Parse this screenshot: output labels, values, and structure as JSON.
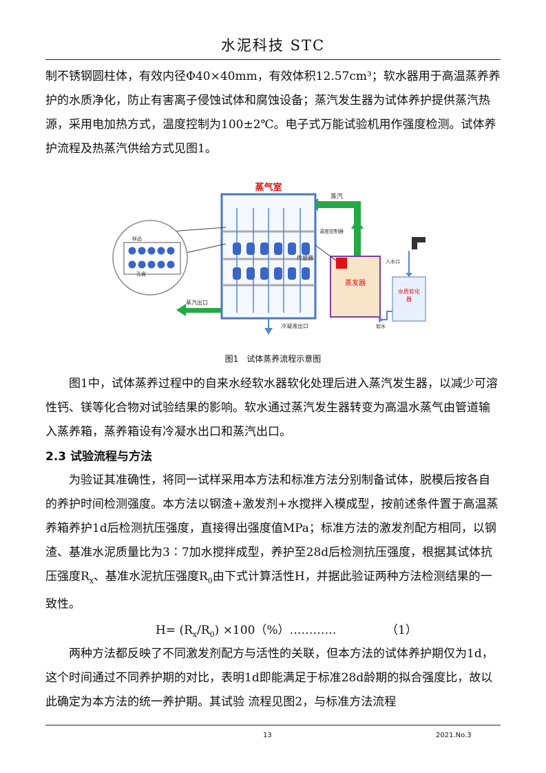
{
  "header": {
    "title": "水泥科技 STC"
  },
  "para1": "制不锈钢圆柱体，有效内径Φ40×40mm，有效体积12.57cm³；软水器用于高温蒸养养护的水质净化，防止有害离子侵蚀试体和腐蚀设备；蒸汽发生器为试体养护提供蒸汽热源，采用电加热方式，温度控制为100±2℃。电子式万能试验机用作强度检测。试体养护流程及热蒸汽供给方式见图1。",
  "figure": {
    "chamber_label": "蒸气室",
    "steam_label": "蒸汽",
    "temp_controller": "温度控制器",
    "sensor": "传感器",
    "sample": "样品",
    "tray": "孔盘",
    "generator": "蒸发器",
    "water_inlet": "入水口",
    "softener_l1": "水质软化",
    "softener_l2": "器",
    "soft_water": "软水",
    "steam_outlet": "蒸汽出口",
    "condensate": "冷凝液出口",
    "colors": {
      "chamber": "#4a78c8",
      "pipe": "#22aa44",
      "generator": "#f8e4c8",
      "generator_border": "#7a3fa0",
      "sensor": "#e01010",
      "sample": "#3a64c8"
    }
  },
  "caption": "图1　试体蒸养流程示意图",
  "para2": "图1中，试体蒸养过程中的自来水经软水器软化处理后进入蒸汽发生器，以减少可溶性钙、镁等化合物对试验结果的影响。软水通过蒸汽发生器转变为高温水蒸气由管道输入蒸养箱，蒸养箱设有冷凝水出口和蒸汽出口。",
  "section_title": "2.3 试验流程与方法",
  "para3": {
    "t1": "为验证其准确性，将同一试样采用本方法和标准方法分别制备试体，脱模后按各自的养护时间检测强度。本方法以钢渣+激发剂+水搅拌入模成型，按前述条件置于高温蒸养箱养护1d后检测抗压强度，直接得出强度值MPa；标准方法的激发剂配方相同，以钢渣、基准水泥质量比为3∶7加水搅拌成型，养护至28d后检测抗压强度，根据其试体抗压强度R",
    "s1": "x",
    "t2": "、基准水泥抗压强度R",
    "s2": "0",
    "t3": "由下式计算活性H，并据此验证两种方法检测结果的一致性。"
  },
  "formula": {
    "a": "H= (R",
    "s1": "x",
    "b": "/R",
    "s2": "0",
    "c": ")  ×100（%）…………",
    "num": "（1）"
  },
  "para4": "两种方法都反映了不同激发剂配方与活性的关联，但本方法的试体养护期仅为1d，这个时间通过不同养护期的对比，表明1d即能满足于标准28d龄期的拟合强度比，故以此确定为本方法的统一养护期。其试验 流程见图2，与标准方法流程",
  "footer": {
    "page": "13",
    "issue": "2021.No.3"
  }
}
